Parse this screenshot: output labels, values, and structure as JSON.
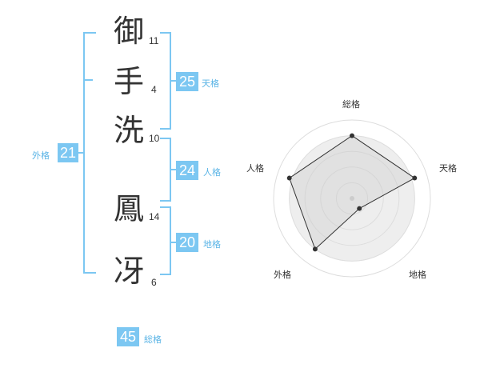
{
  "name": {
    "chars": [
      {
        "char": "御",
        "strokes": "11"
      },
      {
        "char": "手",
        "strokes": "4"
      },
      {
        "char": "洗",
        "strokes": "10"
      },
      {
        "char": "鳳",
        "strokes": "14"
      },
      {
        "char": "冴",
        "strokes": "6"
      }
    ]
  },
  "scores": {
    "tenkaku": {
      "value": "25",
      "label": "天格"
    },
    "jinkaku": {
      "value": "24",
      "label": "人格"
    },
    "chikaku": {
      "value": "20",
      "label": "地格"
    },
    "gaikaku": {
      "value": "21",
      "label": "外格"
    },
    "soukaku": {
      "value": "45",
      "label": "総格"
    }
  },
  "colors": {
    "accent": "#7cc7f2",
    "accent_text": "#5ab4e6",
    "radar_fill": "#eeeeee",
    "radar_ring": "#dddddd",
    "radar_line": "#333333"
  },
  "chart_data": {
    "type": "radar",
    "axes": [
      "総格",
      "天格",
      "地格",
      "外格",
      "人格"
    ],
    "values": [
      0.8,
      0.84,
      0.16,
      0.8,
      0.84
    ],
    "range": [
      0,
      1
    ],
    "rings": 5
  }
}
